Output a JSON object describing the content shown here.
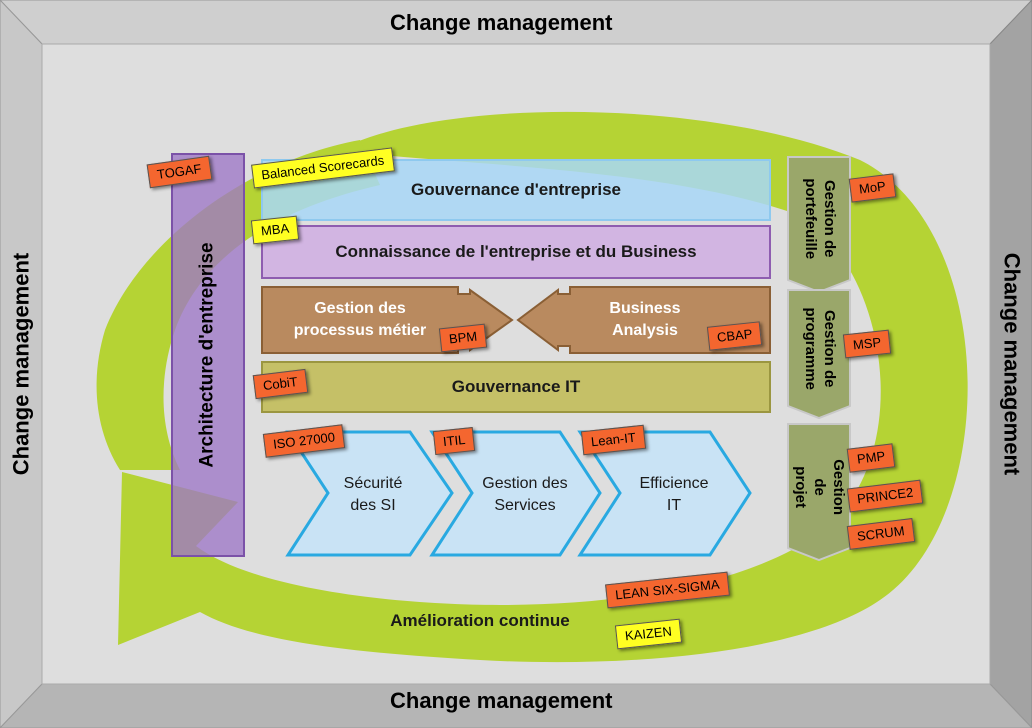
{
  "frame": {
    "top_label": "Change management",
    "bottom_label": "Change management",
    "left_label": "Change management",
    "right_label": "Change management"
  },
  "cycle_label": "Amélioration continue",
  "architecture_label": "Architecture d'entreprise",
  "bands": {
    "gouvernance_entreprise": "Gouvernance d'entreprise",
    "connaissance": "Connaissance de l'entreprise et du Business",
    "gestion_processus": "Gestion des\nprocessus métier",
    "business_analysis": "Business\nAnalysis",
    "gouvernance_it": "Gouvernance IT"
  },
  "chevrons": [
    "Sécurité\ndes SI",
    "Gestion des\nServices",
    "Efficience\nIT"
  ],
  "management_steps": [
    "Gestion de\nportefeuille",
    "Gestion de\nprogramme",
    "Gestion de\nprojet"
  ],
  "tags": {
    "togaf": "TOGAF",
    "balanced_scorecards": "Balanced Scorecards",
    "mba": "MBA",
    "bpm": "BPM",
    "cbap": "CBAP",
    "cobit": "CobiT",
    "iso27000": "ISO 27000",
    "itil": "ITIL",
    "lean_it": "Lean-IT",
    "mop": "MoP",
    "msp": "MSP",
    "pmp": "PMP",
    "prince2": "PRINCE2",
    "scrum": "SCRUM",
    "lean_six_sigma": "LEAN SIX-SIGMA",
    "kaizen": "KAIZEN"
  },
  "colors": {
    "frame_top": "#cfcfcf",
    "frame_side": "#a8a8a8",
    "frame_inner": "#dedede",
    "cycle_green": "#b5d334",
    "architecture_purple": "#9e77c6",
    "gouvernance_blue": "#a8d7f7",
    "connaissance_purple": "#d2b5e2",
    "process_brown": "#b98a5f",
    "gouvernance_it_olive": "#c5c067",
    "chevron_blue": "#c6e3f7",
    "step_olive": "#9aa76a",
    "tag_orange": "#f4662f",
    "tag_yellow": "#ffff22"
  }
}
